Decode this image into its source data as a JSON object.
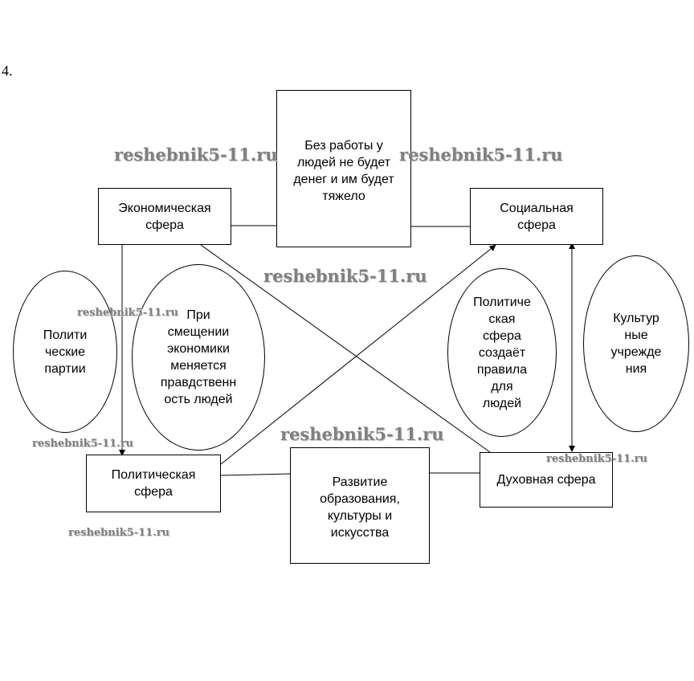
{
  "task_number": "4.",
  "nodes": {
    "economic": "Экономическая сфера",
    "social": "Социальная сфера",
    "political": "Политическая сфера",
    "spiritual": "Духовная сфера",
    "work": "Без работы у людей не будет денег и им будет тяжело",
    "development": "Развитие образования, культуры и искусства"
  },
  "ovals": {
    "parties": "Полити ческие партии",
    "economy_change": "При смещении экономики меняется правдственн ость людей",
    "politics_rules": "Политиче ская сфера создаёт правила для людей",
    "culture": "Культур ные учрежде ния"
  },
  "watermark": "reshebnik5-11.ru",
  "colors": {
    "line": "#000000",
    "watermark": "#808080",
    "background": "#ffffff"
  }
}
